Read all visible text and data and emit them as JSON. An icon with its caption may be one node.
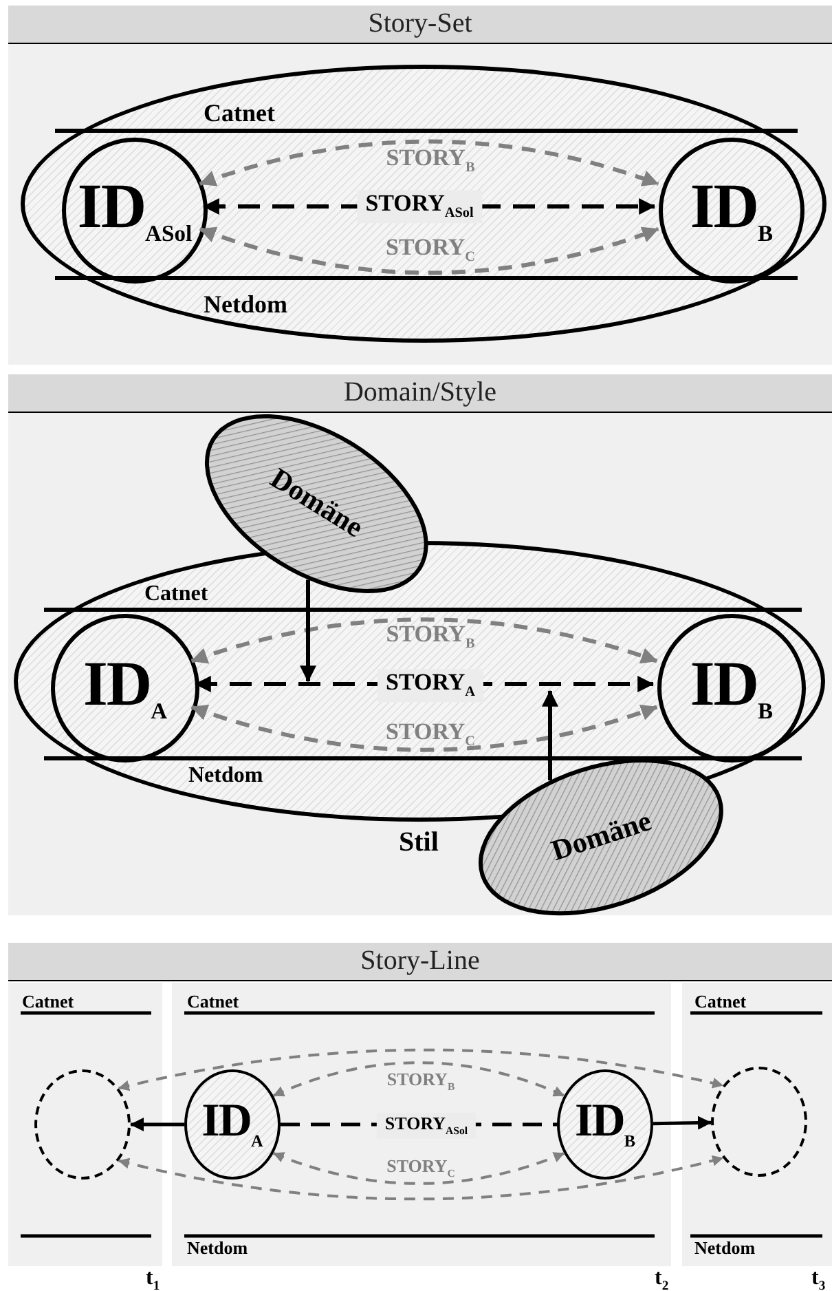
{
  "diagram": {
    "nodes": [
      {
        "text": [
          "Story-Set"
        ]
      },
      {
        "text": [
          "Catnet",
          "Netdom"
        ],
        "in": 0
      },
      {
        "text": [
          "ID$_{ASol}$"
        ],
        "in": 1
      },
      {
        "text": [
          "ID$_{B}$"
        ],
        "in": 1
      },
      {
        "text": [
          "Domain/Style"
        ]
      },
      {
        "text": [
          "Catnet",
          "Netdom"
        ],
        "in": 4,
        "beside": [
          "Stil"
        ]
      },
      {
        "text": [
          "ID$_{A}$"
        ],
        "in": 5
      },
      {
        "text": [
          "ID$_{B}$"
        ],
        "in": 5
      },
      {
        "text": [
          "Domäne"
        ],
        "in": 4
      },
      {
        "text": [
          "Domäne"
        ],
        "in": 4
      },
      {
        "text": [
          "Story-Line"
        ]
      },
      {
        "text": [
          "Catnet"
        ],
        "in": 10,
        "beside": [
          "t$_{1}$"
        ]
      },
      {
        "text": [
          "Catnet",
          "Netdom"
        ],
        "in": 10,
        "beside": [
          "t$_{2}$"
        ]
      },
      {
        "text": [
          "Catnet",
          "Netdom"
        ],
        "in": 10,
        "beside": [
          "t$_{3}$"
        ]
      },
      {
        "text": [],
        "shape": "circle",
        "in": 11
      },
      {
        "text": [
          "ID$_{A}$"
        ],
        "in": 12
      },
      {
        "text": [
          "ID$_{B}$"
        ],
        "in": 12
      },
      {
        "text": [],
        "shape": "circle",
        "in": 13
      }
    ],
    "edges": [
      {
        "from": 2,
        "to": 3,
        "arrow": "both",
        "label": "STORY$_{ASol}$",
        "style": "dashed",
        "color": "#000000"
      },
      {
        "from": 2,
        "to": 3,
        "arrow": "both",
        "label": "STORY$_{B}$",
        "style": "dashed",
        "color": "#808080"
      },
      {
        "from": 2,
        "to": 3,
        "arrow": "both",
        "label": "STORY$_{C}$",
        "style": "dashed",
        "color": "#808080"
      },
      {
        "from": 6,
        "to": 7,
        "arrow": "both",
        "label": "STORY$_{A}$",
        "style": "dashed",
        "color": "#000000"
      },
      {
        "from": 6,
        "to": 7,
        "arrow": "both",
        "label": "STORY$_{B}$",
        "style": "dashed",
        "color": "#808080"
      },
      {
        "from": 6,
        "to": 7,
        "arrow": "both",
        "label": "STORY$_{C}$",
        "style": "dashed",
        "color": "#808080"
      },
      {
        "from": 8,
        "to": null,
        "arrow": "to",
        "color": "#000000"
      },
      {
        "from": 9,
        "to": null,
        "arrow": "to",
        "color": "#000000"
      },
      {
        "from": 15,
        "to": 14,
        "arrow": "to",
        "color": "#000000"
      },
      {
        "from": 15,
        "to": 16,
        "arrow": "none",
        "label": "STORY$_{ASol}$",
        "style": "dashed",
        "color": "#000000"
      },
      {
        "from": 16,
        "to": 17,
        "arrow": "to",
        "color": "#000000"
      },
      {
        "from": 15,
        "to": 16,
        "arrow": "both",
        "label": "STORY$_{B}$",
        "style": "dashed",
        "color": "#808080"
      },
      {
        "from": 15,
        "to": 16,
        "arrow": "both",
        "label": "STORY$_{C}$",
        "style": "dashed",
        "color": "#808080"
      },
      {
        "from": 14,
        "to": 17,
        "arrow": "both",
        "style": "dashed",
        "color": "#808080"
      },
      {
        "from": 14,
        "to": 17,
        "arrow": "both",
        "style": "dashed",
        "color": "#808080"
      }
    ]
  }
}
